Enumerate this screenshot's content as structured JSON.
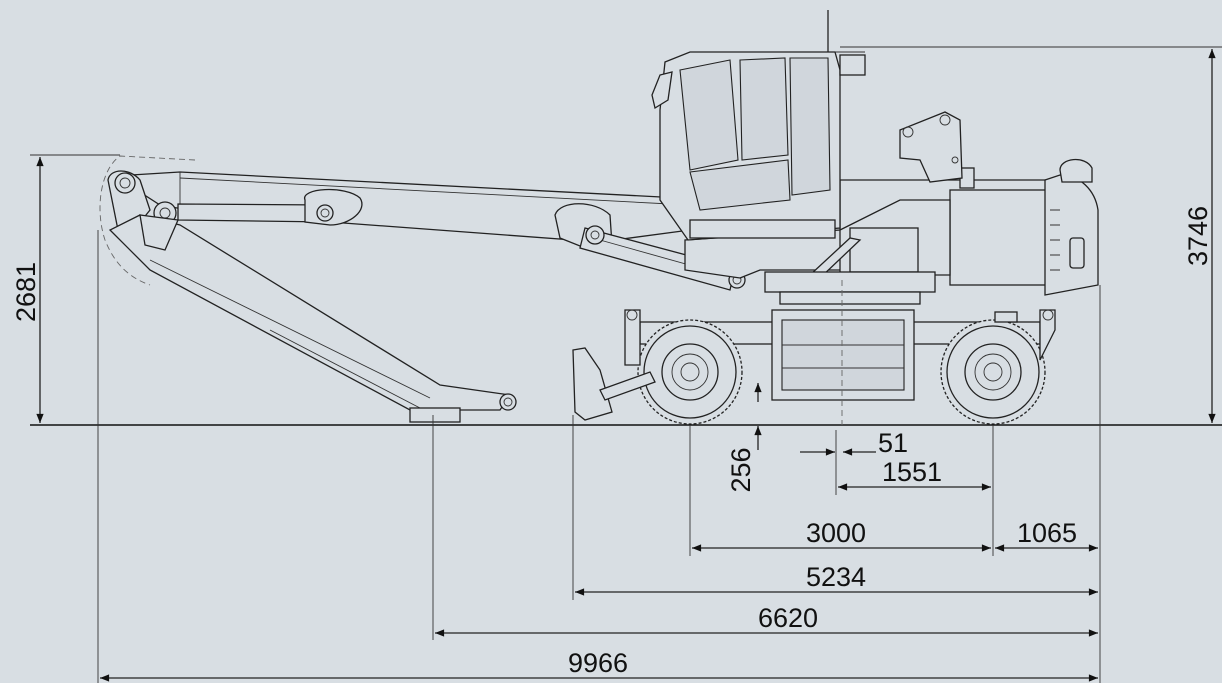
{
  "diagram": {
    "dimensions": [
      {
        "id": "height_boom_top",
        "label": "2681"
      },
      {
        "id": "height_cab_top",
        "label": "3746"
      },
      {
        "id": "ground_clearance",
        "label": "256"
      },
      {
        "id": "pivot_offset",
        "label": "51"
      },
      {
        "id": "pivot_to_rear_axle",
        "label": "1551"
      },
      {
        "id": "wheelbase",
        "label": "3000"
      },
      {
        "id": "rear_overhang",
        "label": "1065"
      },
      {
        "id": "blade_to_rear",
        "label": "5234"
      },
      {
        "id": "transport_to_rear",
        "label": "6620"
      },
      {
        "id": "overall_length",
        "label": "9966"
      }
    ]
  }
}
